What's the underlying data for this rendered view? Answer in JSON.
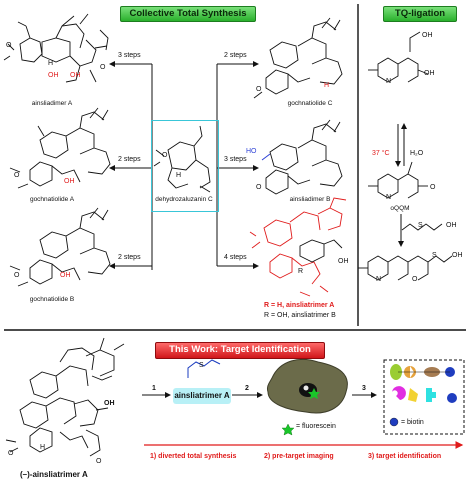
{
  "banners": {
    "collective": "Collective Total Synthesis",
    "tq": "TQ-ligation",
    "this_work": "This Work: Target Identification"
  },
  "compounds": {
    "ainsliadimer_a": "ainsliadimer A",
    "gochnatiolide_a": "gochnatiolide A",
    "gochnatiolide_b": "gochnatiolide B",
    "gochnatiolide_c": "gochnatiolide C",
    "ainsliadimer_b": "ainsliadimer B",
    "dehydrozaluzanin": "dehydrozaluzanin C",
    "oqqm": "oQQM",
    "ainsliatrimer_a_label": "(–)-ainsliatrimer A",
    "probe": "ainsliatrimer A"
  },
  "steps": {
    "s1": "3 steps",
    "s2": "2 steps",
    "s3": "2 steps",
    "s4": "2 steps",
    "s5": "3 steps",
    "s6": "4 steps"
  },
  "trimer_notes": {
    "r_h_prefix": "R = H, ",
    "r_h_name": "ainsliatrimer A",
    "r_oh": "R = OH, ainsliatrimer B"
  },
  "tq_conditions": {
    "temp": "37 °C",
    "solvent": "H₂O"
  },
  "atoms": {
    "O": "O",
    "H": "H",
    "OH": "OH",
    "HO": "HO",
    "R": "R",
    "S": "S",
    "N": "N"
  },
  "process": {
    "step1": "1",
    "step2": "2",
    "step3": "3",
    "fluorescein_legend": "= fluorescein",
    "biotin_legend": "= biotin",
    "stage1": "1) diverted total synthesis",
    "stage2": "2) pre-target imaging",
    "stage3": "3) target identification"
  },
  "colors": {
    "accent_red": "#e01b1b",
    "accent_green": "#29b02c",
    "cyan": "#39c6d8",
    "blue_ho": "#2b3fd6"
  }
}
